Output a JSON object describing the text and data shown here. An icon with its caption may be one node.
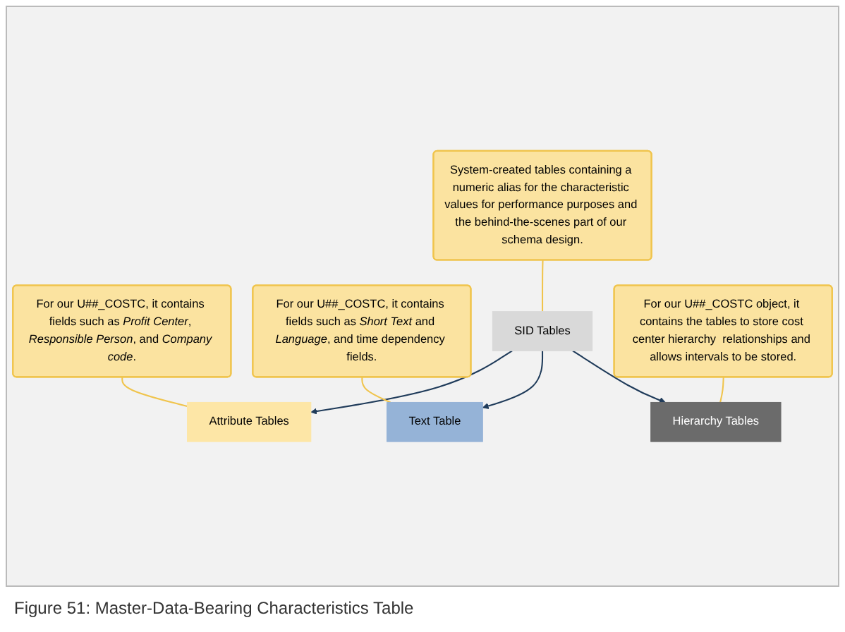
{
  "diagram": {
    "caption": "Figure 51: Master-Data-Bearing Characteristics Table",
    "nodes": [
      {
        "text": [
          "For our U##_COSTC, it contains fields such as *Profit Center*, *Responsible Person*, and *Company code*."
        ]
      },
      {
        "text": [
          "For our U##_COSTC, it contains fields such as *Short Text* and *Language*, and time dependency fields."
        ]
      },
      {
        "text": [
          "Attribute Tables"
        ]
      },
      {
        "text": [
          "Text Table"
        ]
      },
      {
        "text": [
          "SID Tables"
        ]
      },
      {
        "text": [
          "Hierarchy Tables"
        ]
      },
      {
        "text": [
          "System-created tables containing a numeric alias for the characteristic values for performance purposes and the behind-the-scenes part of our schema design."
        ]
      },
      {
        "text": [
          "For our U##_COSTC object, it contains the tables to store cost center hierarchy  relationships and allows intervals to be stored."
        ]
      }
    ],
    "edges": [
      {
        "from": 4,
        "to": 2,
        "arrow": "to",
        "color": "#1f3b5a"
      },
      {
        "from": 4,
        "to": 3,
        "arrow": "to",
        "color": "#1f3b5a"
      },
      {
        "from": 4,
        "to": 5,
        "arrow": "to",
        "color": "#1f3b5a"
      },
      {
        "from": 0,
        "to": 2,
        "arrow": "none"
      },
      {
        "from": 1,
        "to": 3,
        "arrow": "none"
      },
      {
        "from": 6,
        "to": 4,
        "arrow": "none"
      },
      {
        "from": 7,
        "to": 5,
        "arrow": "none"
      }
    ]
  }
}
